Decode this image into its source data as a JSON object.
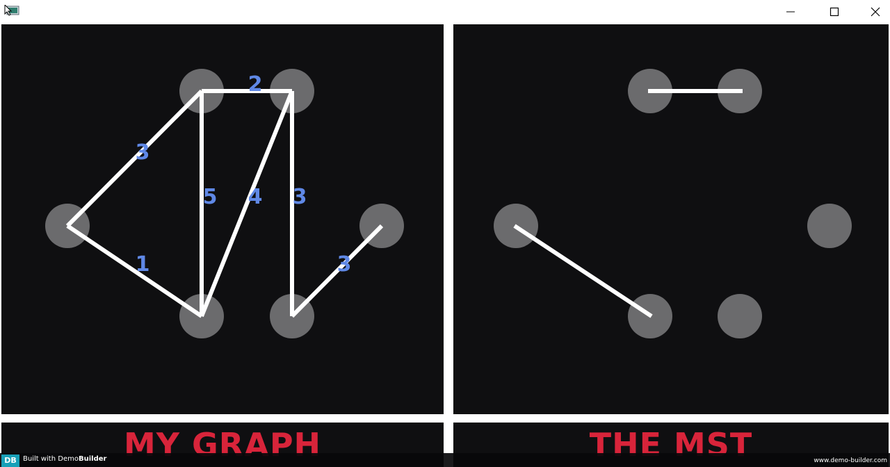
{
  "window": {
    "controls": {
      "minimize_icon": "minimize-icon",
      "maximize_icon": "maximize-icon",
      "close_icon": "close-icon"
    }
  },
  "left_panel": {
    "caption": "MY GRAPH",
    "weights": [
      "3",
      "2",
      "5",
      "4",
      "3",
      "1",
      "3"
    ]
  },
  "right_panel": {
    "caption": "THE MST"
  },
  "footer": {
    "built_with_prefix": "Built with Demo",
    "built_with_brand": "Builder",
    "logo_text": "DB",
    "url": "www.demo-builder.com"
  },
  "colors": {
    "panel_bg": "#0f0f11",
    "node": "#6b6b6d",
    "edge": "#ffffff",
    "weight_label": "#5f88e6",
    "caption": "#d8243a"
  }
}
